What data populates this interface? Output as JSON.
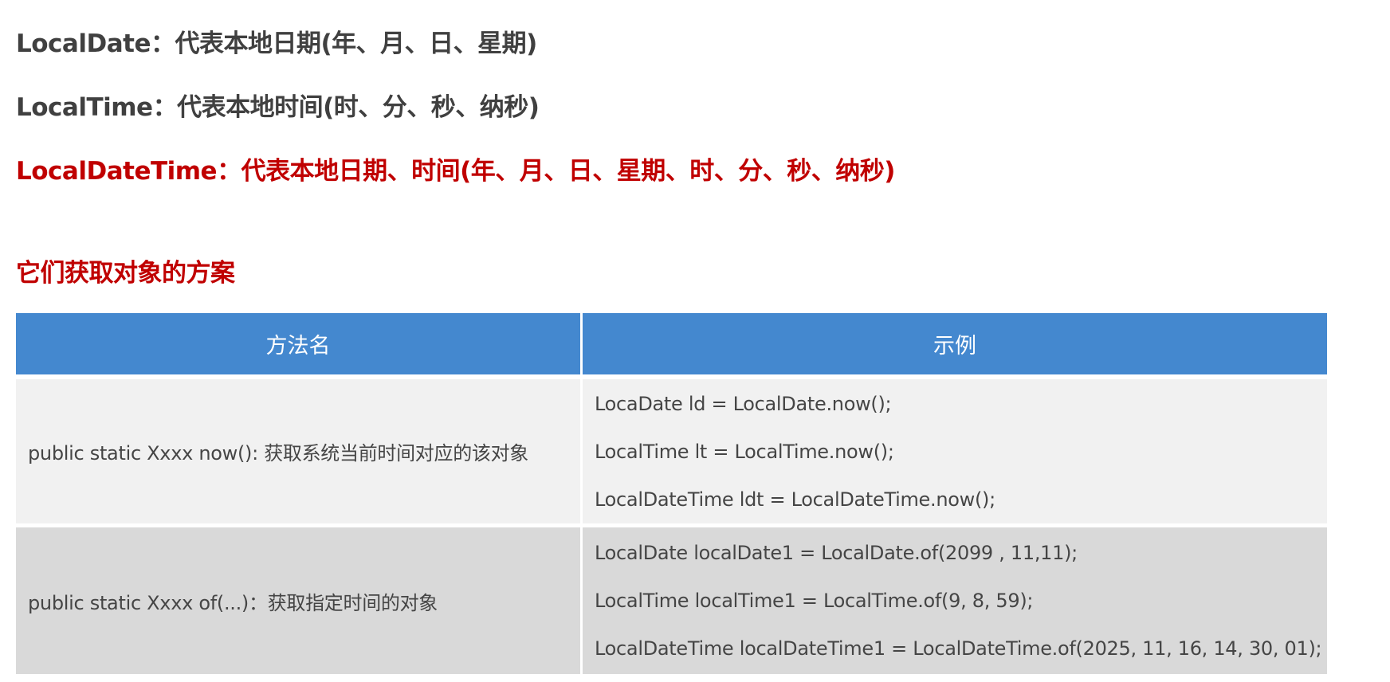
{
  "headings": {
    "local_date": "LocalDate：代表本地日期(年、月、日、星期)",
    "local_time": "LocalTime：代表本地时间(时、分、秒、纳秒)",
    "local_date_time": "LocalDateTime：代表本地日期、时间(年、月、日、星期、时、分、秒、纳秒)",
    "section_title": "它们获取对象的方案"
  },
  "colors": {
    "heading_gray": "#404040",
    "heading_red": "#c00000",
    "table_header_bg": "#4488cf",
    "row_1_bg": "#f1f1f1",
    "row_2_bg": "#d9d9d9",
    "body_text": "#454545"
  },
  "table": {
    "columns": [
      "方法名",
      "示例"
    ],
    "rows": [
      {
        "method": "public static Xxxx now(): 获取系统当前时间对应的该对象",
        "examples": [
          "LocaDate ld = LocalDate.now();",
          "LocalTime lt = LocalTime.now();",
          "LocalDateTime ldt = LocalDateTime.now();"
        ]
      },
      {
        "method": "public static Xxxx of(...)：获取指定时间的对象",
        "examples": [
          "LocalDate localDate1 = LocalDate.of(2099 , 11,11);",
          "LocalTime localTime1 = LocalTime.of(9,  8, 59);",
          "LocalDateTime localDateTime1 = LocalDateTime.of(2025, 11, 16, 14, 30, 01);"
        ]
      }
    ]
  }
}
